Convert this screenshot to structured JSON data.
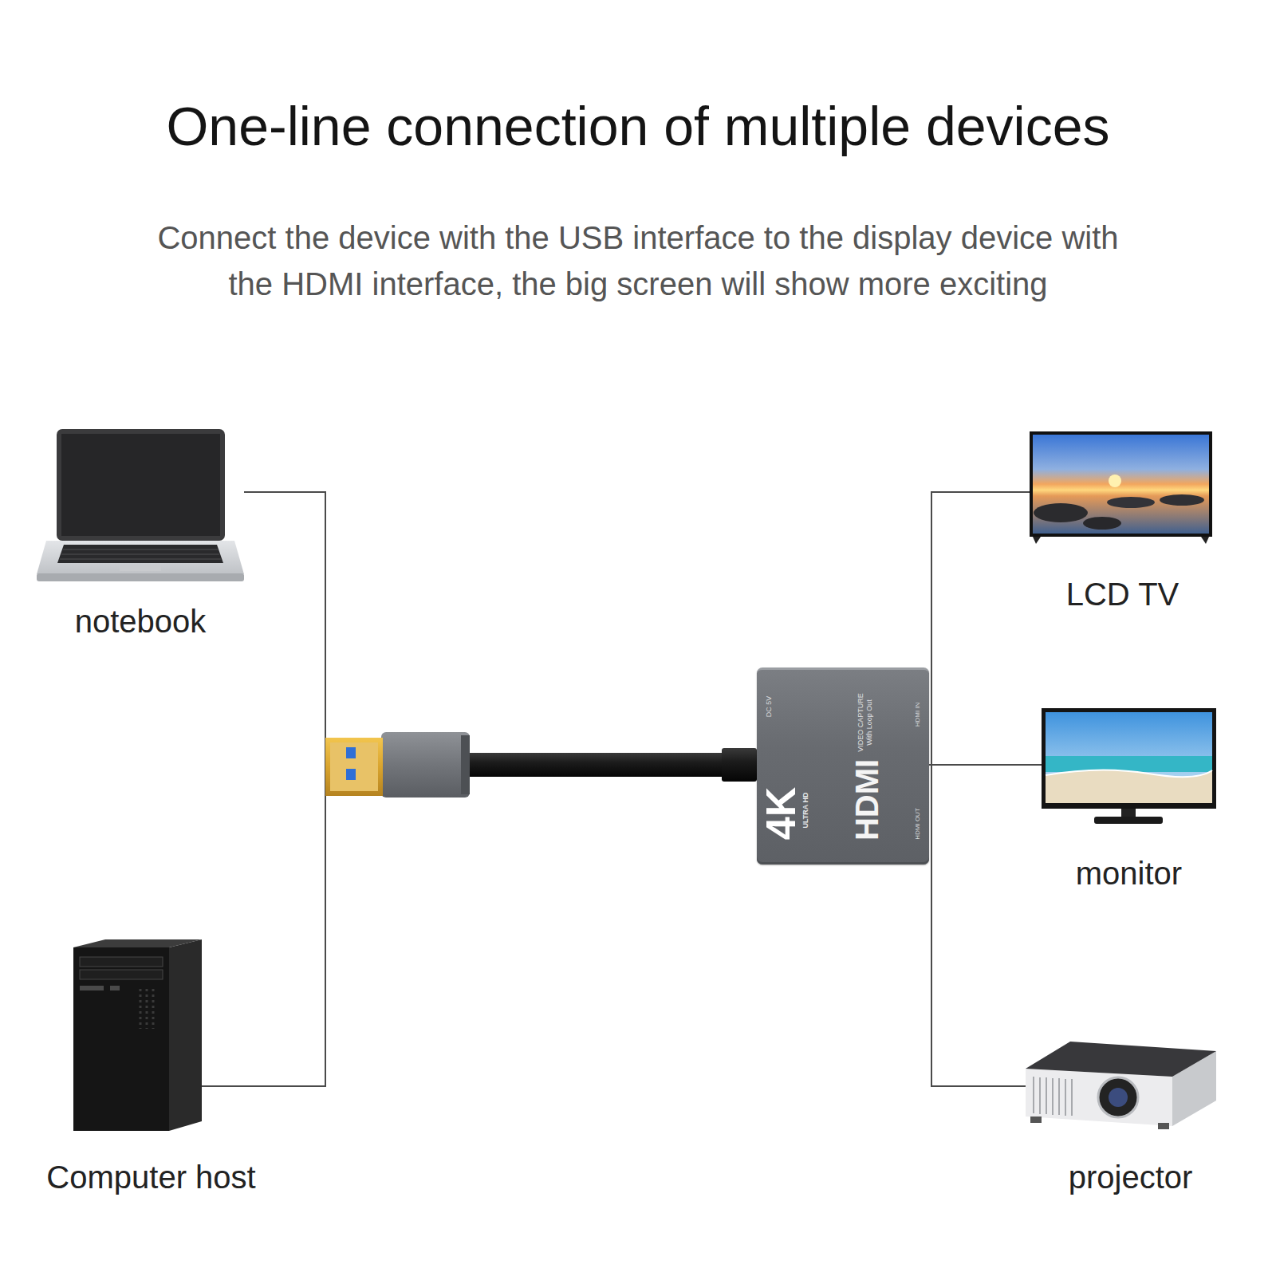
{
  "diagram": {
    "title": "One-line connection of multiple devices",
    "nodes": [
      {
        "text": [
          "notebook"
        ]
      },
      {
        "text": [
          "LCD TV"
        ]
      },
      {
        "text": [
          "DC 5V",
          "4K",
          "ULTRA HD",
          "HDMI",
          "VIDEO CAPTURE With Loop Out",
          "HDMI IN",
          "HDMI OUT"
        ]
      },
      {
        "text": [
          "monitor"
        ]
      },
      {
        "text": [
          "Computer host"
        ]
      },
      {
        "text": [
          "projector"
        ]
      }
    ],
    "edges": [
      {
        "from": 0,
        "to": 2,
        "arrow": "none"
      },
      {
        "from": 4,
        "to": 2,
        "arrow": "none"
      },
      {
        "from": 2,
        "to": 1,
        "arrow": "none"
      },
      {
        "from": 2,
        "to": 3,
        "arrow": "none"
      },
      {
        "from": 2,
        "to": 5,
        "arrow": "none"
      }
    ],
    "labels": [
      "Connect the device with the USB interface to the display device with the HDMI interface, the big screen will show more exciting"
    ]
  }
}
